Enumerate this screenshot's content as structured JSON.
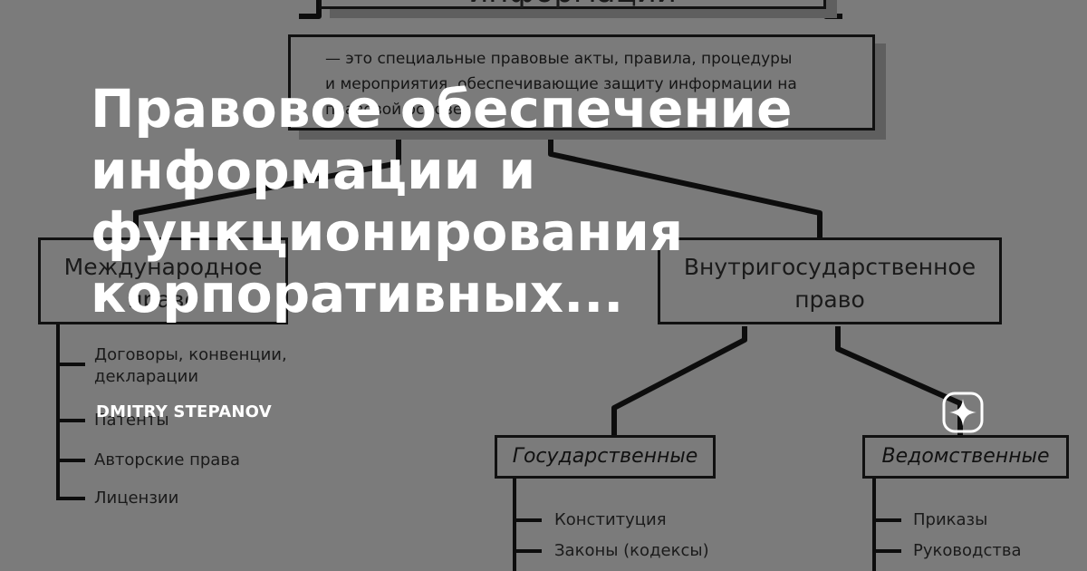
{
  "diagram": {
    "top_box_label": "информации",
    "description_line1": "— это специальные правовые акты, правила, процедуры",
    "description_line2": "и мероприятия, обеспечивающие защиту информации на",
    "description_line3": "правовой основе",
    "left_box": {
      "line1": "Международное",
      "line2": "право"
    },
    "right_box": {
      "line1": "Внутригосударственное",
      "line2": "право"
    },
    "left_items": [
      "Договоры, конвенции,",
      "декларации",
      "Патенты",
      "Авторские права",
      "Лицензии"
    ],
    "cat_state": "Государственные",
    "cat_dept": "Ведомственные",
    "state_items": [
      "Конституция",
      "Законы (кодексы)"
    ],
    "dept_items": [
      "Приказы",
      "Руководства"
    ]
  },
  "overlay": {
    "title_line1": "Правовое обеспечение",
    "title_line2": "информации и",
    "title_line3": "функционирования",
    "title_line4": "корпоративных...",
    "author": "DMITRY STEPANOV",
    "badge_icon": "sparkle-star-icon"
  }
}
